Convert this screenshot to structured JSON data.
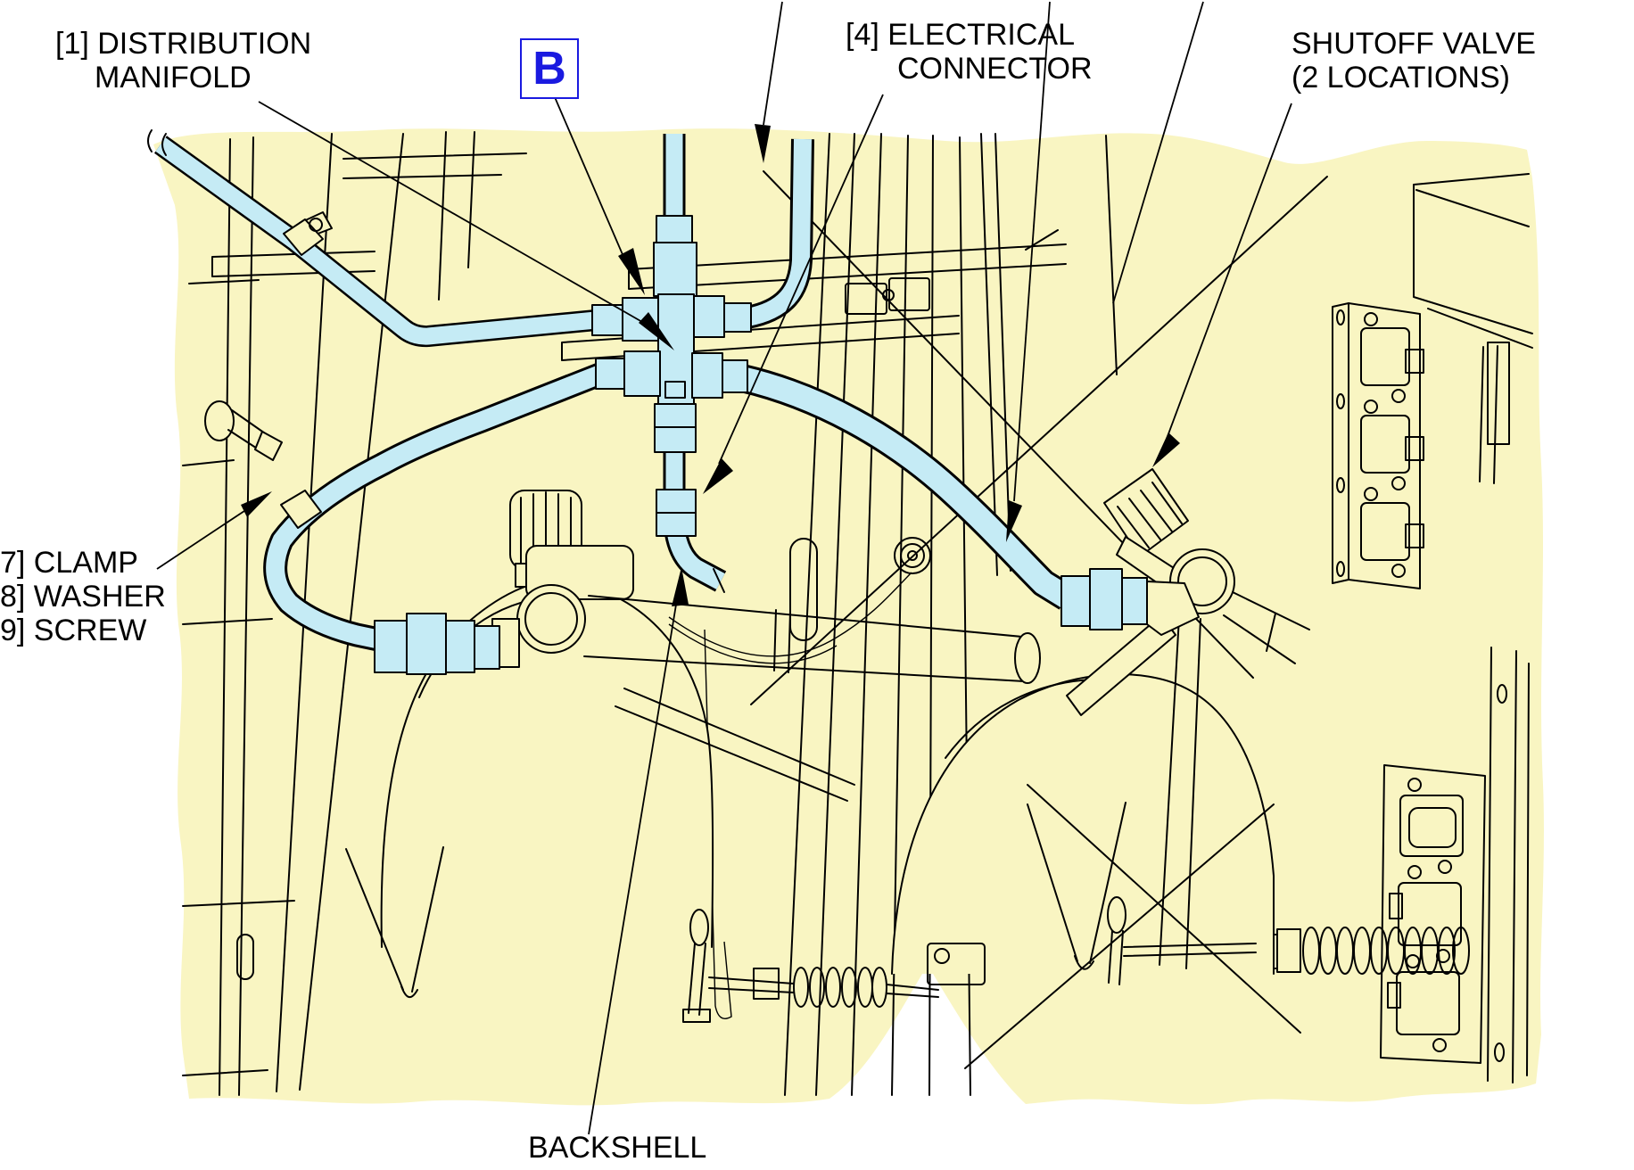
{
  "figure": {
    "type": "aircraft maintenance technical illustration",
    "subject": "oxygen distribution manifold and cylinder shutoff valves installation"
  },
  "colors": {
    "background": "#ffffff",
    "panel_yellow": "#f9f5c2",
    "highlight_blue": "#c5ebf5",
    "callout_blue": "#1a1ae0",
    "line_black": "#000000"
  },
  "callouts": {
    "distribution_manifold": {
      "line1": "[1] DISTRIBUTION",
      "line2": "MANIFOLD"
    },
    "detail_b": {
      "label": "B"
    },
    "electrical_connector": {
      "line1": "[4] ELECTRICAL",
      "line2": "CONNECTOR"
    },
    "shutoff_valve": {
      "line1": "SHUTOFF VALVE",
      "line2": "(2 LOCATIONS)"
    },
    "clamp_washer_screw": {
      "line1": "7] CLAMP",
      "line2": "8] WASHER",
      "line3": "9] SCREW"
    },
    "backshell": {
      "label": "BACKSHELL"
    }
  }
}
